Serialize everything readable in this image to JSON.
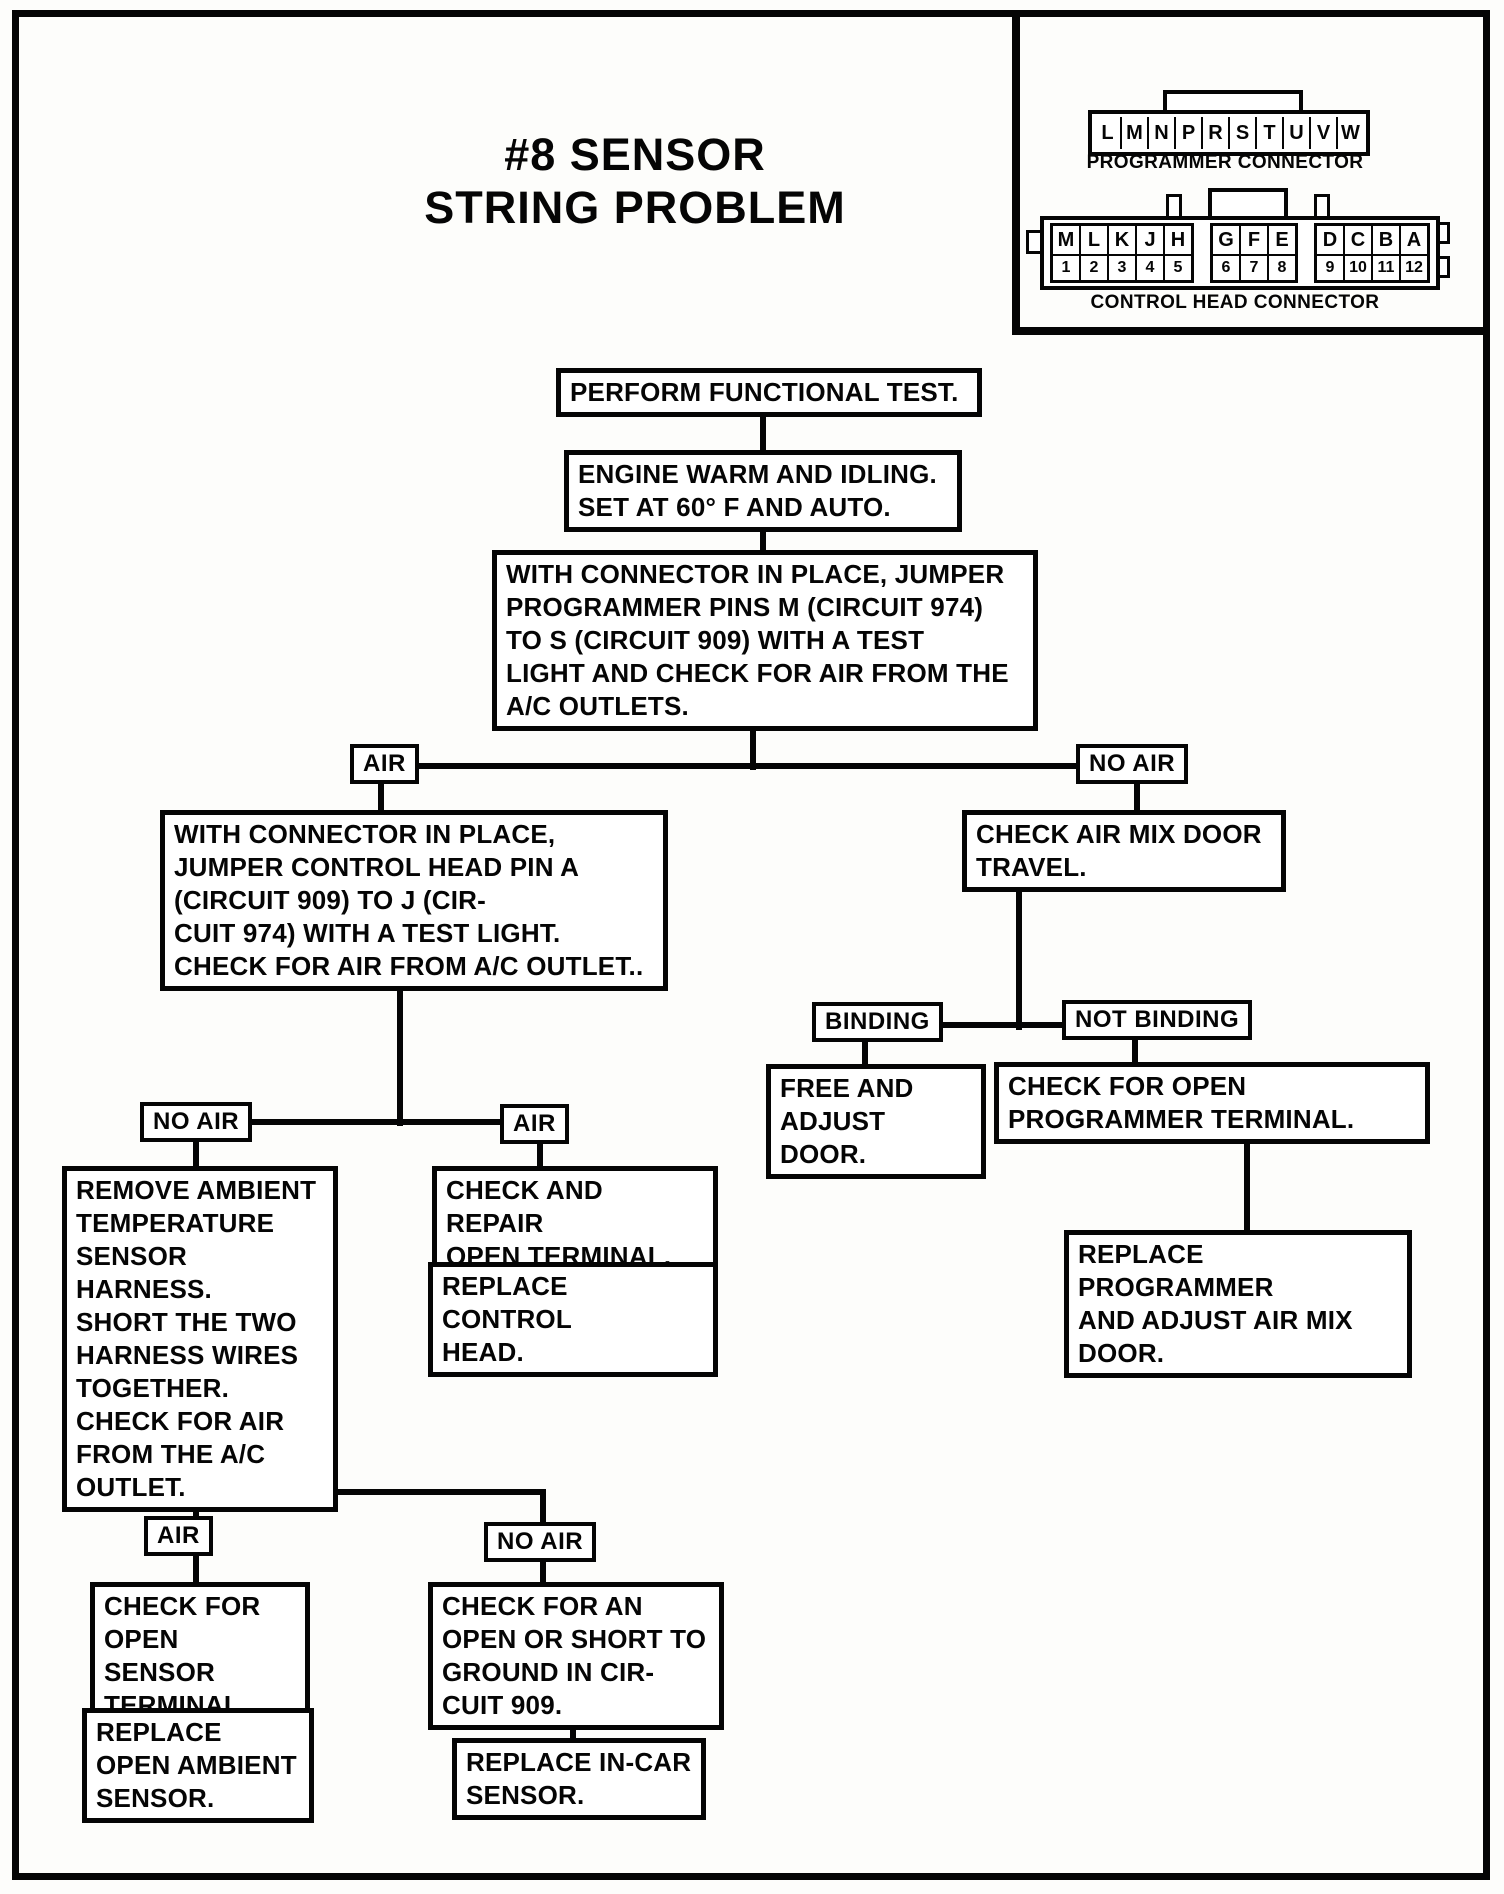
{
  "title": {
    "line1": "#8 SENSOR",
    "line2": "STRING PROBLEM"
  },
  "connector_panel": {
    "programmer": {
      "pins": [
        "L",
        "M",
        "N",
        "P",
        "R",
        "S",
        "T",
        "U",
        "V",
        "W"
      ],
      "label": "PROGRAMMER CONNECTOR"
    },
    "control_head": {
      "letters": [
        "M",
        "L",
        "K",
        "J",
        "H",
        "G",
        "F",
        "E",
        "D",
        "C",
        "B",
        "A"
      ],
      "numbers": [
        "1",
        "2",
        "3",
        "4",
        "5",
        "6",
        "7",
        "8",
        "9",
        "10",
        "11",
        "12"
      ],
      "label": "CONTROL HEAD CONNECTOR"
    }
  },
  "flowchart": {
    "labels": {
      "air": "AIR",
      "no_air": "NO AIR",
      "binding": "BINDING",
      "not_binding": "NOT BINDING"
    },
    "nodes": {
      "perform_test": "PERFORM FUNCTIONAL TEST.",
      "engine_warm": "ENGINE WARM AND IDLING.\nSET AT 60° F AND AUTO.",
      "jumper_programmer": "WITH CONNECTOR IN PLACE, JUMPER\nPROGRAMMER PINS M (CIRCUIT 974)\nTO S (CIRCUIT 909) WITH A TEST\nLIGHT AND CHECK FOR AIR FROM THE\nA/C OUTLETS.",
      "jumper_control_head": "WITH CONNECTOR IN PLACE,\nJUMPER CONTROL HEAD PIN A\n(CIRCUIT 909) TO J (CIR-\nCUIT 974) WITH A TEST LIGHT.\nCHECK FOR AIR FROM A/C OUTLET..",
      "check_air_mix": "CHECK AIR MIX DOOR\nTRAVEL.",
      "free_adjust_door": "FREE AND ADJUST\nDOOR.",
      "check_open_programmer": "CHECK FOR OPEN\nPROGRAMMER TERMINAL.",
      "replace_programmer": "REPLACE PROGRAMMER\nAND ADJUST AIR MIX\nDOOR.",
      "remove_ambient": "REMOVE AMBIENT\nTEMPERATURE\nSENSOR HARNESS.\nSHORT THE TWO\nHARNESS WIRES\nTOGETHER.\nCHECK FOR AIR\nFROM THE A/C\nOUTLET.",
      "check_repair_terminal": "CHECK AND REPAIR\nOPEN TERMINAL.",
      "replace_control_head": "REPLACE CONTROL\nHEAD.",
      "check_open_sensor": "CHECK FOR\nOPEN SENSOR\nTERMINAL.",
      "replace_ambient_sensor": "REPLACE\nOPEN AMBIENT\nSENSOR.",
      "check_open_short": "CHECK FOR AN\nOPEN OR SHORT TO\nGROUND IN CIR-\nCUIT 909.",
      "replace_incar_sensor": "REPLACE IN-CAR\nSENSOR."
    }
  }
}
